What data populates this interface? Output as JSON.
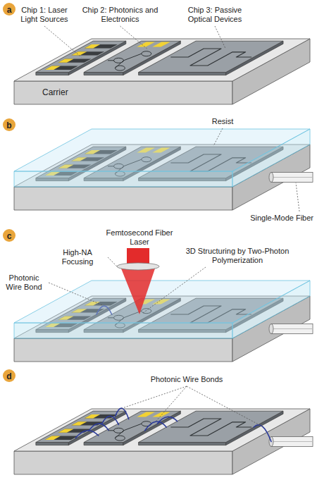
{
  "diagram": {
    "nodes": [
      {
        "text": [
          "a"
        ]
      },
      {
        "text": [
          "b"
        ]
      },
      {
        "text": [
          "c"
        ]
      },
      {
        "text": [
          "d"
        ]
      }
    ],
    "labels": [
      "Chip 1: Laser Light Sources",
      "Chip 2: Photonics and Electronics",
      "Chip 3: Passive Optical Devices",
      "Carrier",
      "Resist",
      "Single-Mode Fiber",
      "High-NA Focusing",
      "Femtosecond Fiber Laser",
      "3D Structuring by Two-Photon Polymerization",
      "Photonic Wire Bond",
      "Photonic Wire Bonds"
    ]
  }
}
